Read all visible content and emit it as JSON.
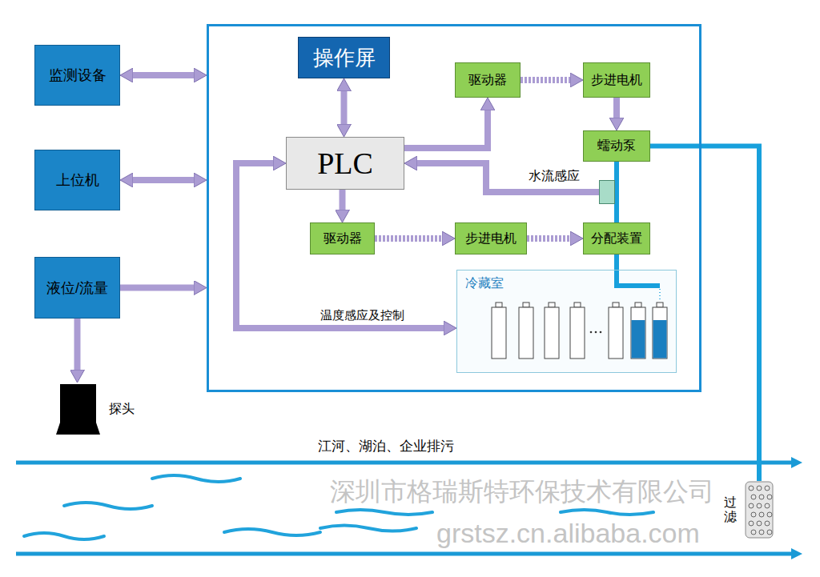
{
  "diagram": {
    "nodes": [
      {
        "text": [
          "监测设备"
        ]
      },
      {
        "text": [
          "上位机"
        ]
      },
      {
        "text": [
          "液位/流量"
        ]
      },
      {
        "text": [
          "探头"
        ]
      },
      {
        "text": []
      },
      {
        "text": [
          "操作屏"
        ],
        "in": 4
      },
      {
        "text": [
          "PLC"
        ],
        "in": 4
      },
      {
        "text": [
          "驱动器"
        ],
        "in": 4
      },
      {
        "text": [
          "步进电机"
        ],
        "in": 4
      },
      {
        "text": [
          "蠕动泵"
        ],
        "in": 4
      },
      {
        "text": [
          "水流感应"
        ],
        "in": 4
      },
      {
        "text": [
          "驱动器"
        ],
        "in": 4
      },
      {
        "text": [
          "步进电机"
        ],
        "in": 4
      },
      {
        "text": [
          "分配装置"
        ],
        "in": 4
      },
      {
        "text": [
          "冷藏室"
        ],
        "in": 4
      },
      {
        "text": [
          "过滤"
        ]
      }
    ],
    "edges": [
      {
        "from": 0,
        "to": 4,
        "arrow": "both"
      },
      {
        "from": 1,
        "to": 4,
        "arrow": "both"
      },
      {
        "from": 2,
        "to": 4,
        "arrow": "to"
      },
      {
        "from": 2,
        "to": 3,
        "arrow": "to"
      },
      {
        "from": 5,
        "to": 6,
        "arrow": "both"
      },
      {
        "from": 6,
        "to": 7,
        "arrow": "to"
      },
      {
        "from": 7,
        "to": 8,
        "arrow": "to"
      },
      {
        "from": 8,
        "to": 9,
        "arrow": "to"
      },
      {
        "from": 10,
        "to": 6,
        "arrow": "to"
      },
      {
        "from": 6,
        "to": 11,
        "arrow": "to"
      },
      {
        "from": 11,
        "to": 12,
        "arrow": "to"
      },
      {
        "from": 12,
        "to": 13,
        "arrow": "to"
      },
      {
        "from": 6,
        "to": 14,
        "label": "温度感应及控制",
        "arrow": "both"
      },
      {
        "from": 15,
        "to": 9,
        "arrow": "none"
      },
      {
        "from": 9,
        "to": 13,
        "arrow": "none"
      },
      {
        "from": 13,
        "to": 14,
        "arrow": "none"
      }
    ],
    "labels": [
      "江河、湖泊、企业排污",
      "深圳市格瑞斯特环保技术有限公司",
      "grstsz.cn.alibaba.com"
    ]
  }
}
